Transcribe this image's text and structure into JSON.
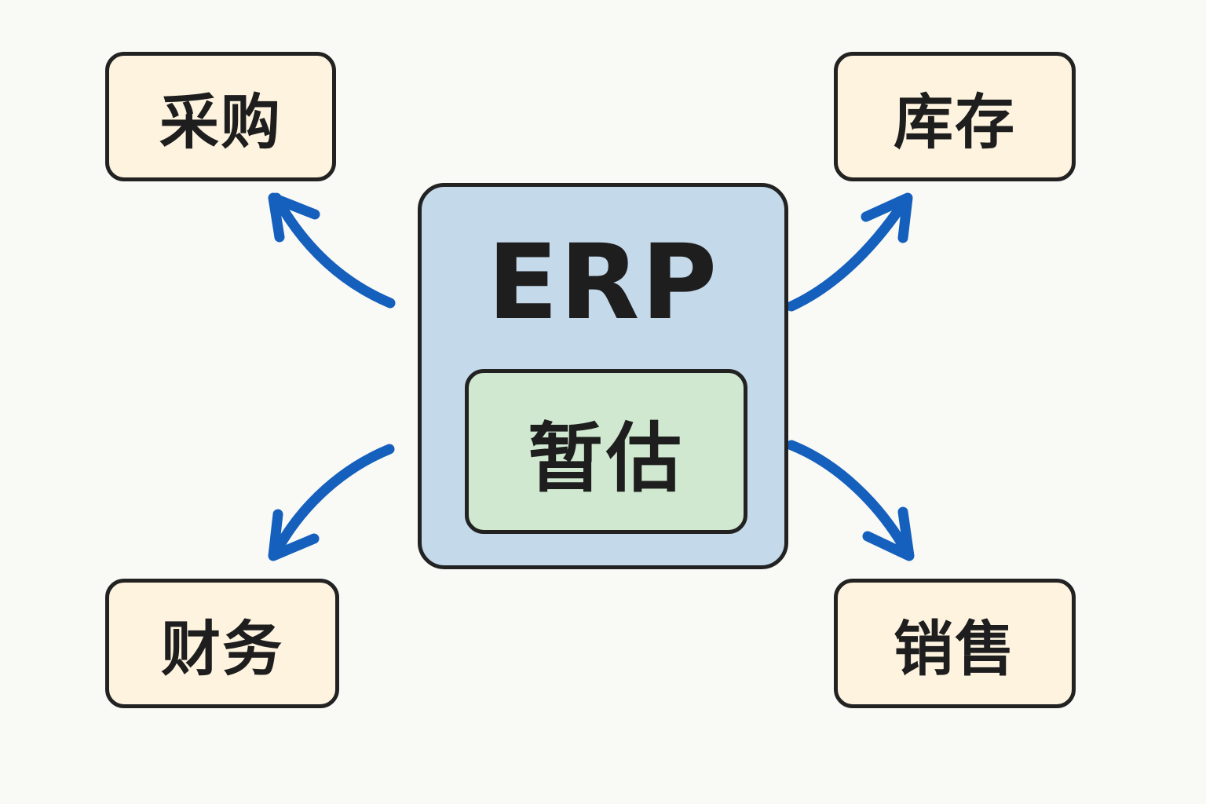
{
  "diagram": {
    "center": {
      "title": "ERP",
      "inner_label": "暂估"
    },
    "modules": [
      {
        "id": "purchase",
        "label": "采购",
        "position": "top-left"
      },
      {
        "id": "inventory",
        "label": "库存",
        "position": "top-right"
      },
      {
        "id": "finance",
        "label": "财务",
        "position": "bottom-left"
      },
      {
        "id": "sales",
        "label": "销售",
        "position": "bottom-right"
      }
    ],
    "edges": [
      {
        "from": "ERP",
        "to": "采购"
      },
      {
        "from": "ERP",
        "to": "库存"
      },
      {
        "from": "ERP",
        "to": "财务"
      },
      {
        "from": "ERP",
        "to": "销售"
      }
    ],
    "colors": {
      "background": "#f9f9f6",
      "module_fill": "#fdf3df",
      "erp_fill": "#c4d9ea",
      "inner_fill": "#cfe8cf",
      "border": "#222222",
      "arrow": "#1560bd",
      "text": "#1e1e1e"
    }
  }
}
